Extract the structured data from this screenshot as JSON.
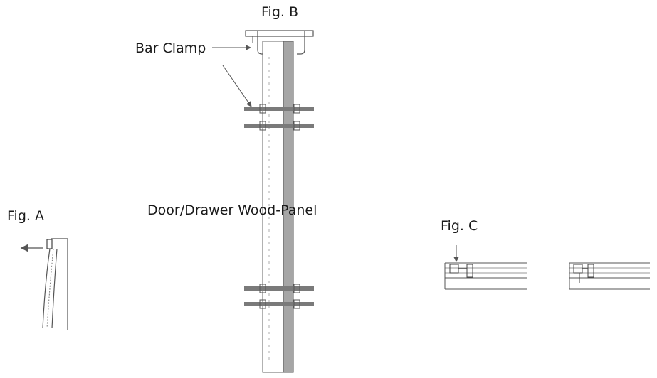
{
  "labels": {
    "fig_a": "Fig. A",
    "fig_b": "Fig. B",
    "fig_c": "Fig. C",
    "bar_clamp": "Bar Clamp",
    "panel": "Door/Drawer Wood-Panel"
  },
  "colors": {
    "line": "#555555",
    "panel_fill": "#a6a6a6",
    "clamp_fill": "#7a7a7a",
    "text": "#1a1a1a"
  }
}
